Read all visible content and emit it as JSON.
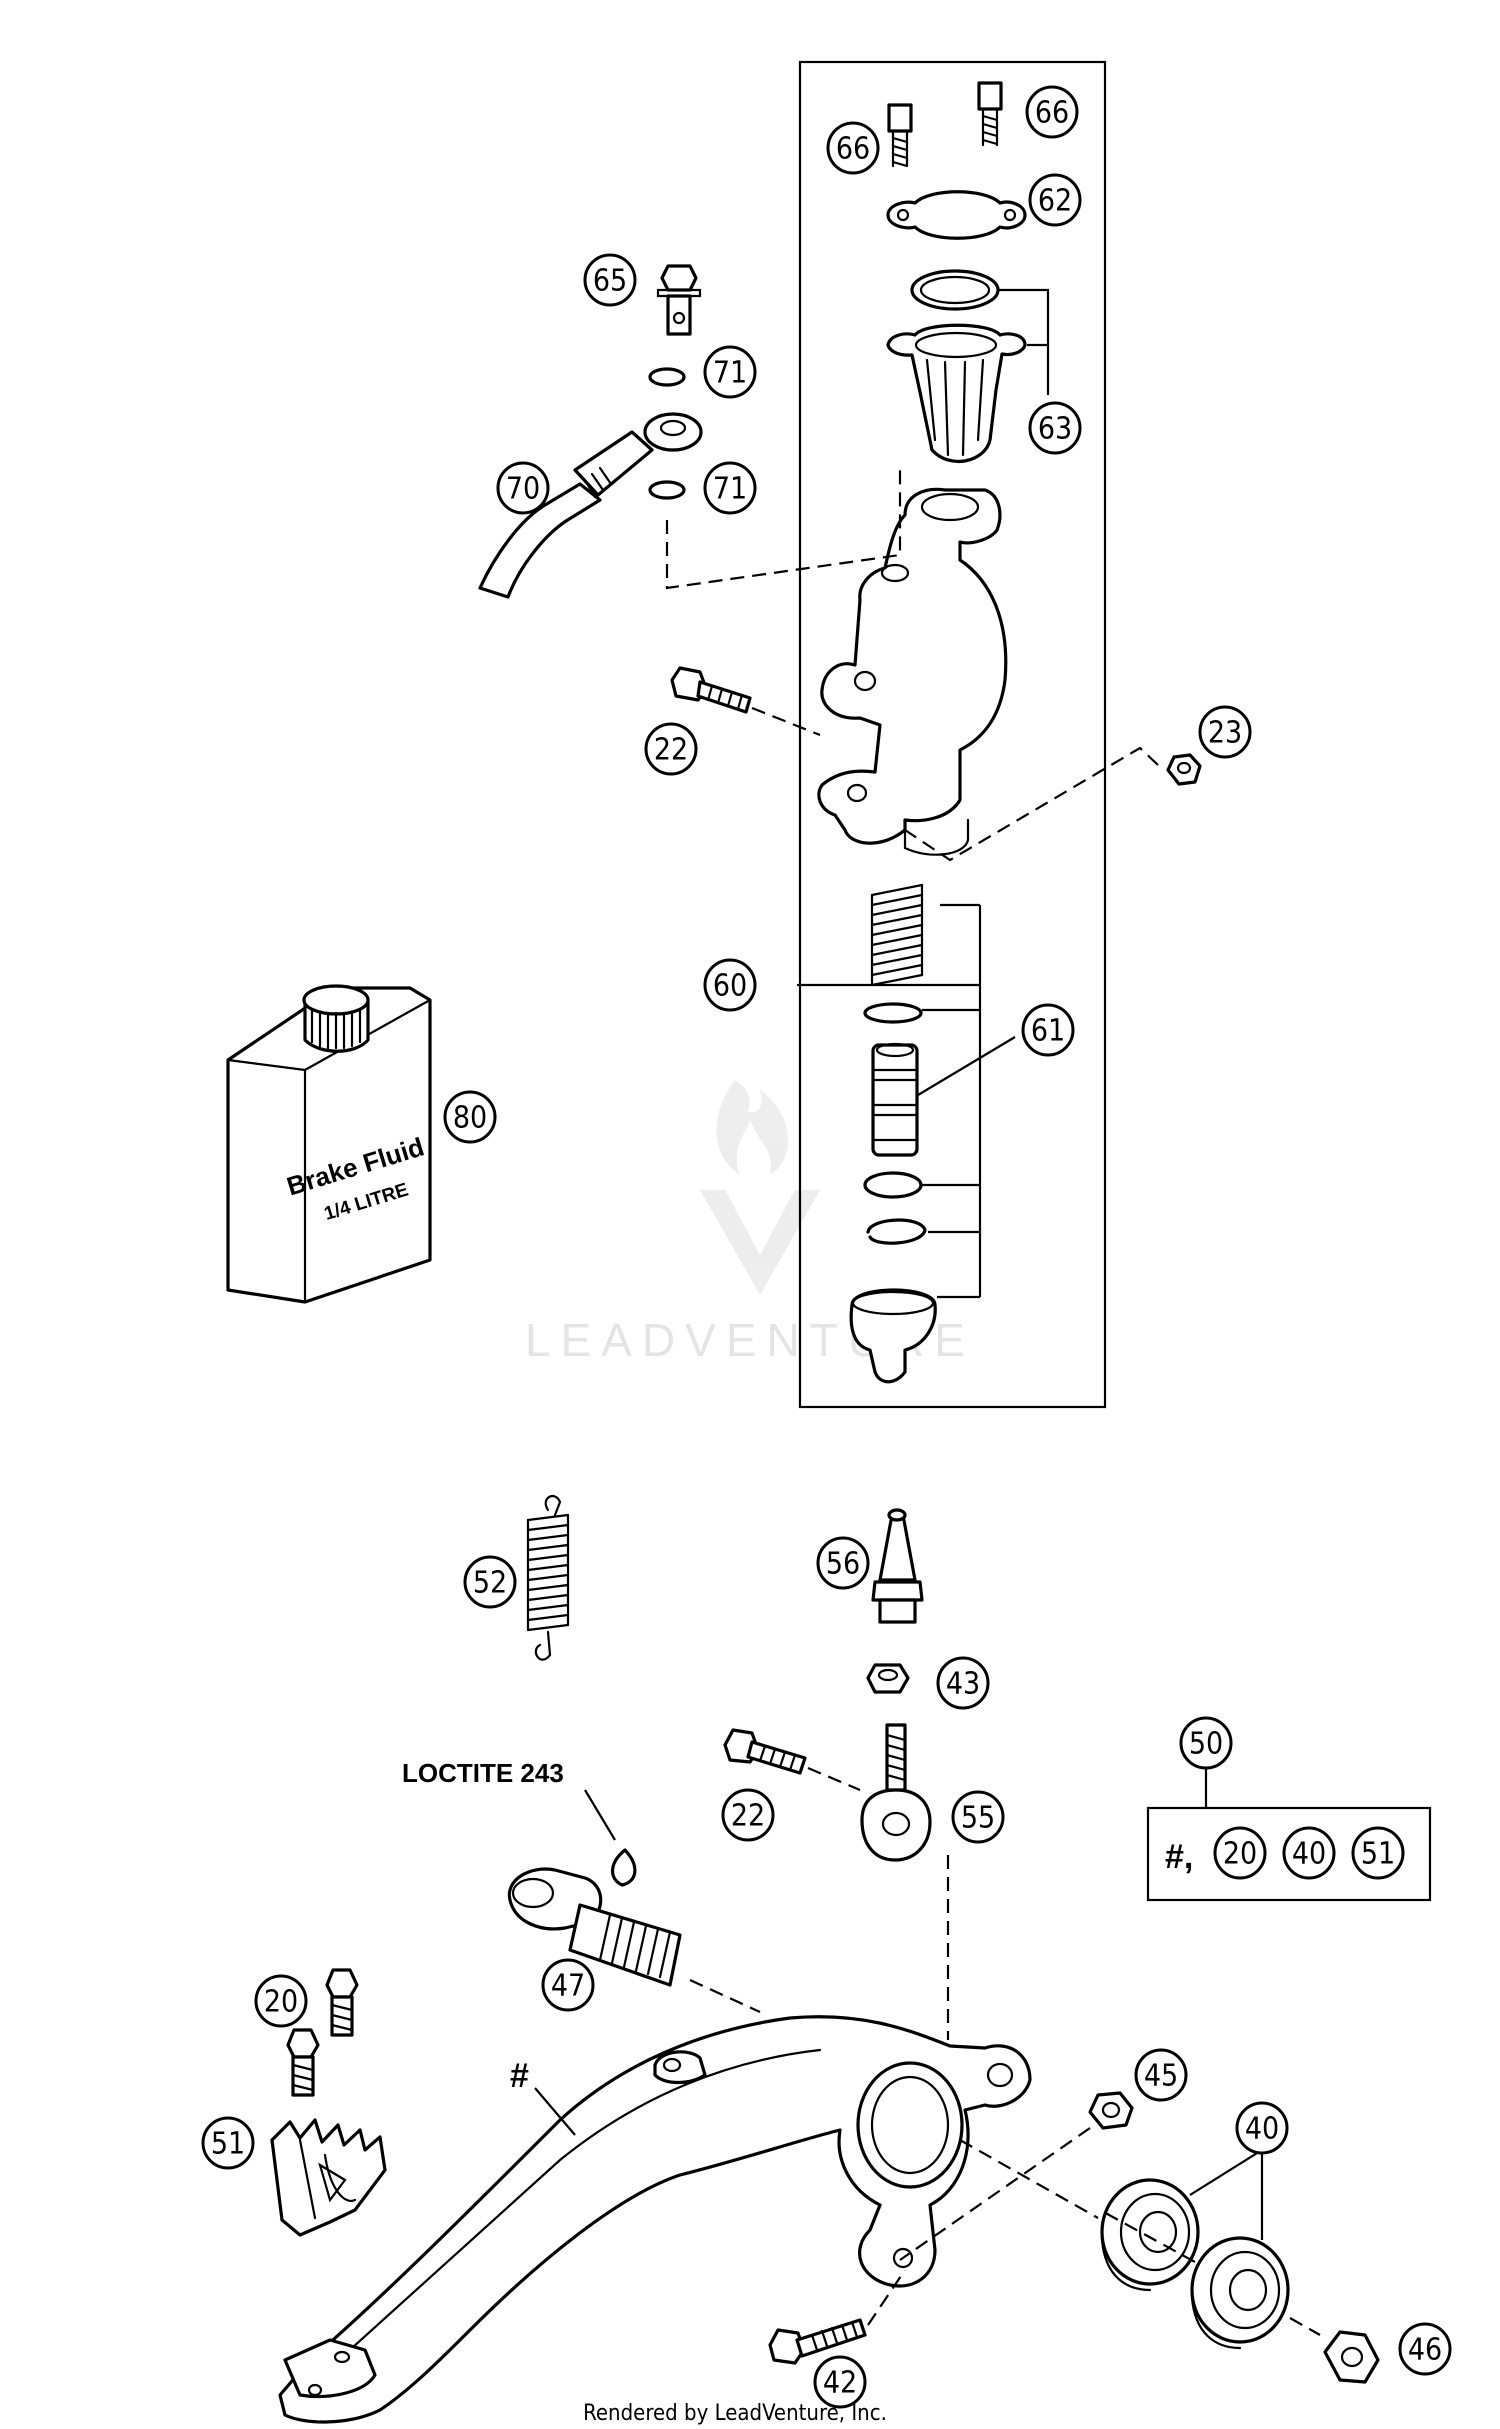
{
  "callouts": {
    "66a": "66",
    "66b": "66",
    "62": "62",
    "65": "65",
    "71a": "71",
    "63": "63",
    "70": "70",
    "71b": "71",
    "22a": "22",
    "23": "23",
    "60": "60",
    "61": "61",
    "80": "80",
    "52": "52",
    "56": "56",
    "43": "43",
    "50": "50",
    "22b": "22",
    "55": "55",
    "47": "47",
    "20": "20",
    "45": "45",
    "40": "40",
    "51": "51",
    "42": "42",
    "46": "46",
    "kit_20": "20",
    "kit_40": "40",
    "kit_51": "51"
  },
  "labels": {
    "loctite": "LOCTITE 243",
    "kit_hash": "#,",
    "lever_hash": "#",
    "bottle_line1": "Brake Fluid",
    "bottle_line2": "1/4 LITRE"
  },
  "footer": "Rendered by LeadVenture, Inc.",
  "watermark": "LEADVENTURE"
}
